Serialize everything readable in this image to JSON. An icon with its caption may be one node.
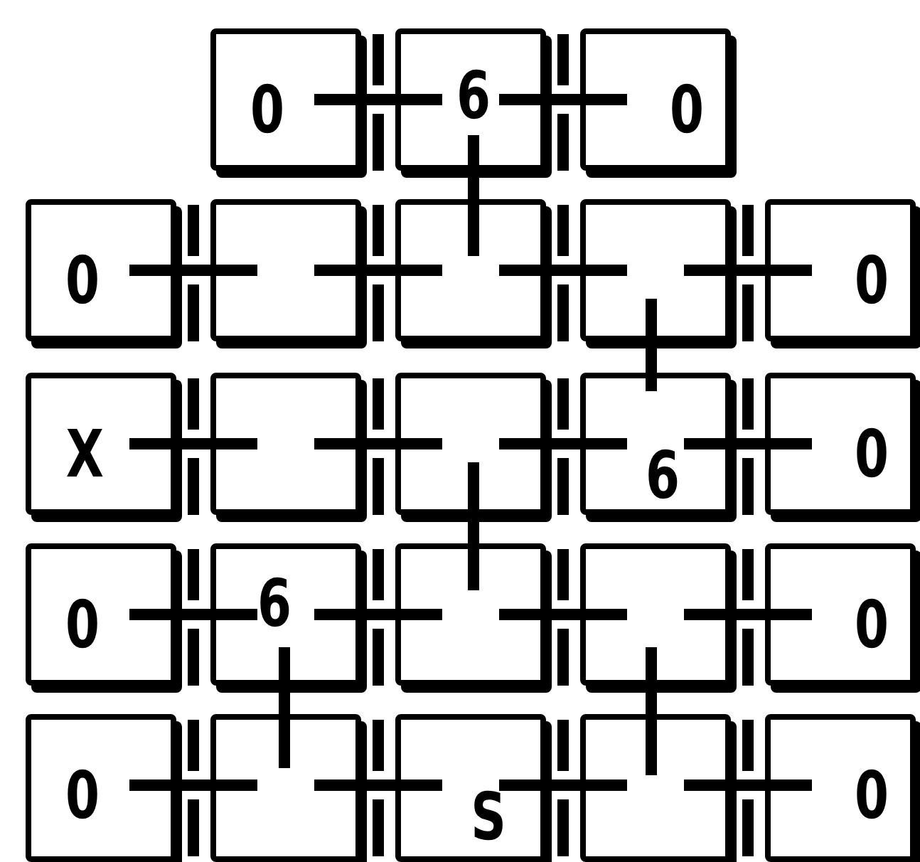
{
  "diagram": {
    "nodes": [
      {
        "text": [
          "0"
        ]
      },
      {
        "text": [
          "6"
        ]
      },
      {
        "text": [
          "0"
        ]
      },
      {
        "text": [
          "0"
        ]
      },
      {
        "text": [],
        "shape": "box"
      },
      {
        "text": [],
        "shape": "box"
      },
      {
        "text": [],
        "shape": "box"
      },
      {
        "text": [
          "0"
        ]
      },
      {
        "text": [
          "X"
        ]
      },
      {
        "text": [],
        "shape": "box"
      },
      {
        "text": [],
        "shape": "box"
      },
      {
        "text": [
          "6"
        ]
      },
      {
        "text": [
          "0"
        ]
      },
      {
        "text": [
          "0"
        ]
      },
      {
        "text": [
          "6"
        ]
      },
      {
        "text": [],
        "shape": "box"
      },
      {
        "text": [],
        "shape": "box"
      },
      {
        "text": [
          "0"
        ]
      },
      {
        "text": [
          "0"
        ]
      },
      {
        "text": [],
        "shape": "box"
      },
      {
        "text": [
          "S"
        ]
      },
      {
        "text": [],
        "shape": "box"
      },
      {
        "text": [
          "0"
        ]
      }
    ]
  }
}
